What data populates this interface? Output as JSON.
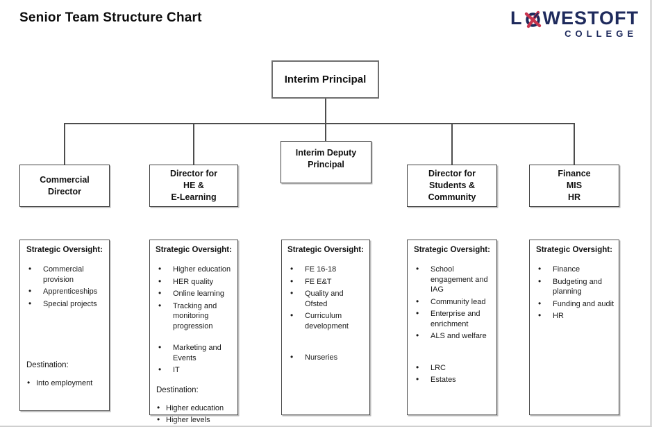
{
  "page": {
    "title": "Senior Team Structure Chart"
  },
  "logo": {
    "word_start": "L",
    "word_end": "WESTOFT",
    "subtitle": "COLLEGE",
    "navy": "#1e2a5c",
    "red": "#c8354f",
    "icon": "knot-o-icon"
  },
  "org": {
    "principal": "Interim Principal",
    "deputy": "Interim Deputy\nPrincipal",
    "managers": [
      "Commercial\nDirector",
      "Director for\nHE &\nE-Learning",
      "Director for\nStudents &\nCommunity",
      "Finance\nMIS\nHR"
    ]
  },
  "columns": [
    {
      "heading": "Strategic Oversight:",
      "items": [
        "Commercial provision",
        "Apprenticeships",
        "Special projects"
      ],
      "destination_label": "Destination:",
      "destination": [
        "Into employment"
      ]
    },
    {
      "heading": "Strategic Oversight:",
      "items": [
        "Higher education",
        "HER quality",
        "Online learning",
        "Tracking and monitoring progression",
        "",
        "Marketing and Events",
        "IT"
      ],
      "destination_label": "Destination:",
      "destination": [
        "Higher education",
        "Higher levels"
      ]
    },
    {
      "heading": "Strategic Oversight:",
      "items": [
        "FE 16-18",
        "FE E&T",
        "Quality and Ofsted",
        "Curriculum development",
        "",
        "",
        "Nurseries"
      ]
    },
    {
      "heading": "Strategic Oversight:",
      "items": [
        "School engagement and IAG",
        "Community lead",
        "Enterprise and enrichment",
        "ALS and welfare",
        "",
        "",
        "LRC",
        "Estates"
      ]
    },
    {
      "heading": "Strategic Oversight:",
      "items": [
        "Finance",
        "Budgeting and planning",
        "Funding and audit",
        "HR"
      ]
    }
  ]
}
